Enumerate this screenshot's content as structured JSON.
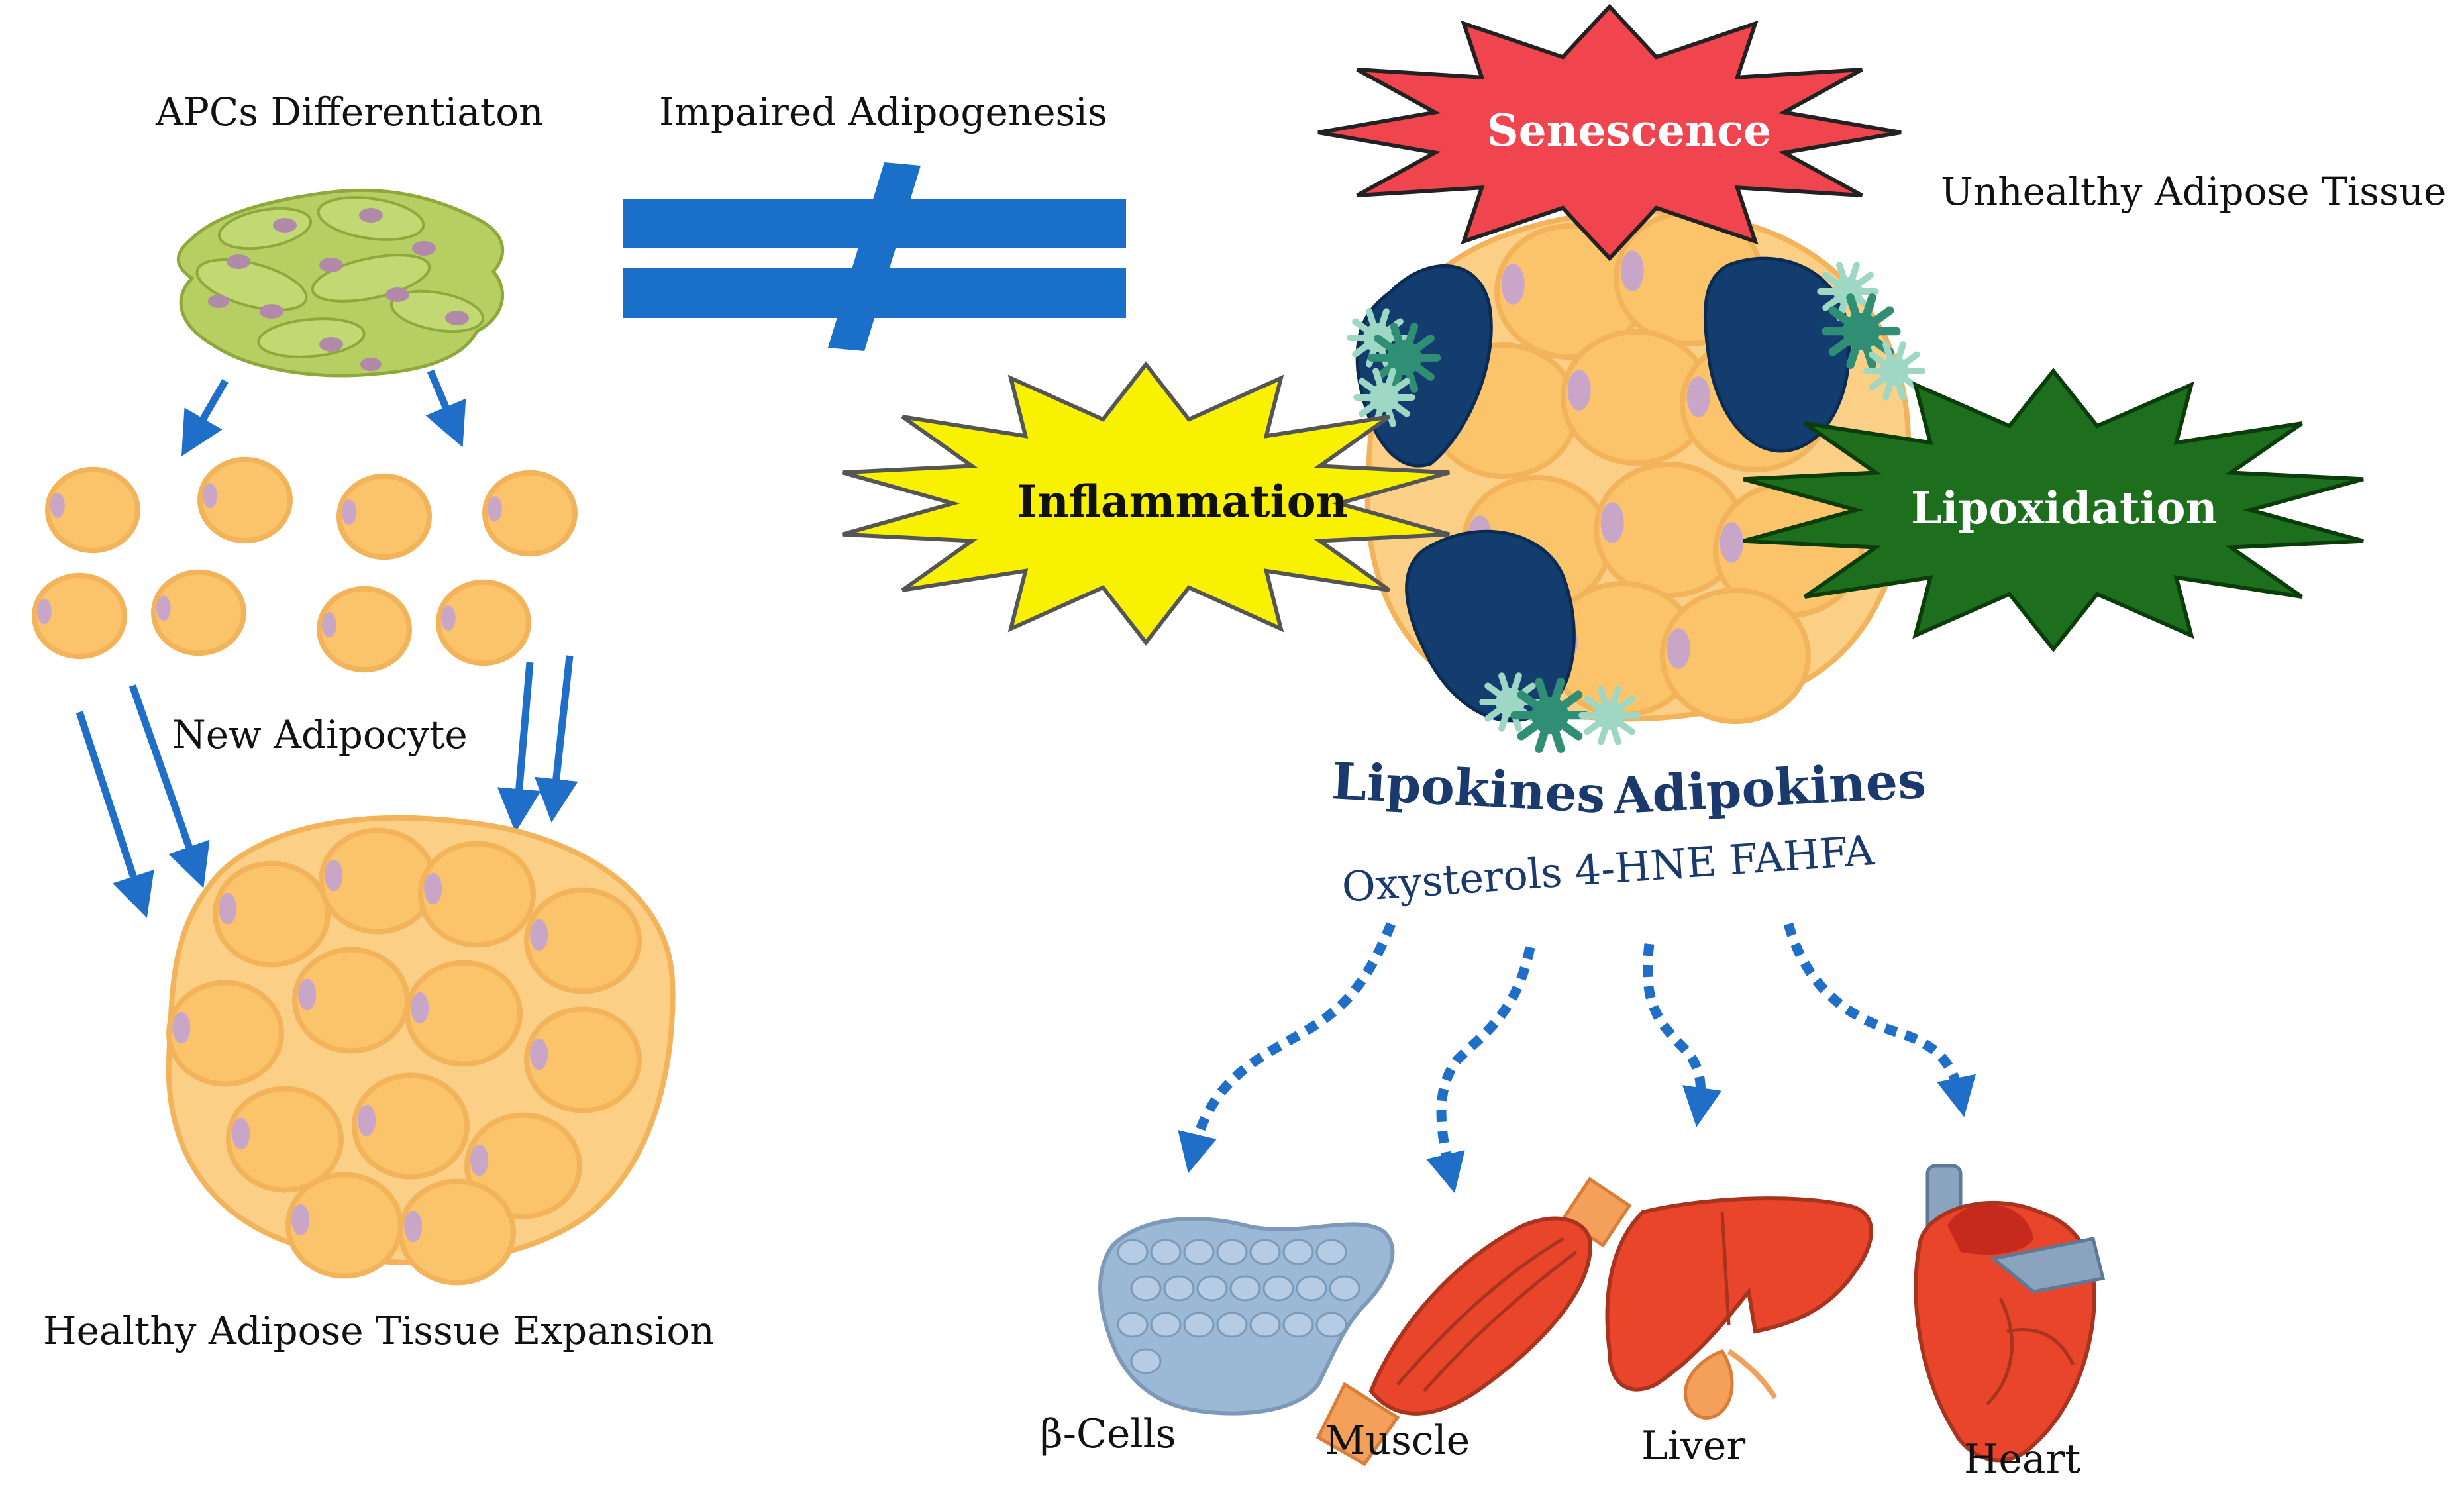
{
  "left": {
    "apcs_label": "APCs Differentiaton",
    "new_adipocyte_label": "New Adipocyte",
    "healthy_label": "Healthy Adipose Tissue Expansion"
  },
  "middle": {
    "impaired_label": "Impaired Adipogenesis"
  },
  "right": {
    "unhealthy_label": "Unhealthy Adipose Tissue",
    "senescence": "Senescence",
    "inflammation": "Inflammation",
    "lipoxidation": "Lipoxidation",
    "lipokines": "Lipokines",
    "adipokines": "Adipokines",
    "molecules": "Oxysterols 4-HNE FAHFA"
  },
  "organs": {
    "beta_cells": "β-Cells",
    "muscle": "Muscle",
    "liver": "Liver",
    "heart": "Heart"
  },
  "colors": {
    "arrow_blue": "#1f6fc8",
    "adipocyte_fill": "#fcc46a",
    "adipocyte_edge": "#f2b35a",
    "nucleus": "#c9a6c8",
    "apc_green": "#b7cf62",
    "macrophage_navy": "#123d6e",
    "senescence_red": "#f0444f",
    "inflammation_yellow": "#f8f200",
    "lipoxidation_green": "#1d6f1d",
    "organ_red": "#e8452a",
    "beta_blue": "#9bb8d6"
  }
}
